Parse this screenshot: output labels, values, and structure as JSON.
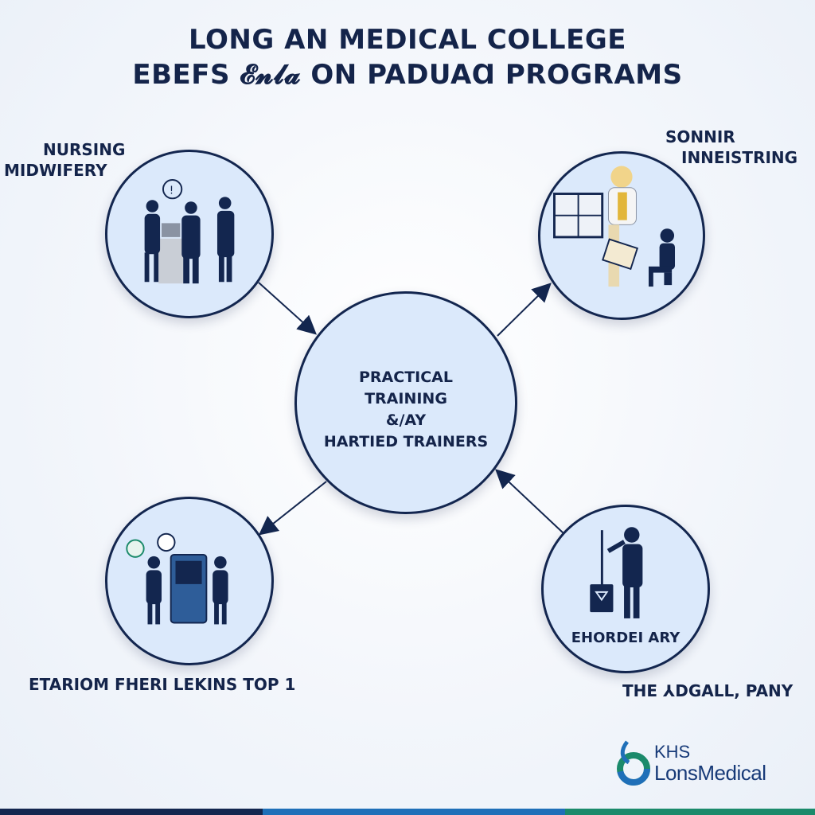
{
  "title": {
    "line1": "LONG AN MEDICAL COLLEGE",
    "line2": "EBEFS 𝓔𝓷𝓵𝓪 ON PADUAⱭ PROGRAMS"
  },
  "center": {
    "line1": "PRACTICAL",
    "line2": "TRAINING",
    "line3": "&/AY",
    "line4": "HARTIED TRAINERS"
  },
  "nodes": {
    "top_left": {
      "label_line1": "NURSING",
      "label_line2": "MIDWIFERY"
    },
    "top_right": {
      "label_line1": "SONNIR",
      "label_line2": "INNEISTRING"
    },
    "bottom_left": {
      "label": "ETARIOM FHERI LEKINS TOP 1"
    },
    "bottom_right": {
      "caption": "EHORDEI ARY",
      "label": "THE ⅄DGALL, PANY"
    }
  },
  "logo": {
    "line1": "KHS",
    "line2": "LonsMedical"
  },
  "colors": {
    "navy": "#13264f",
    "node_fill": "#dbe9fb",
    "accent_teal": "#1b8a6b",
    "accent_blue": "#1f6fb8"
  }
}
